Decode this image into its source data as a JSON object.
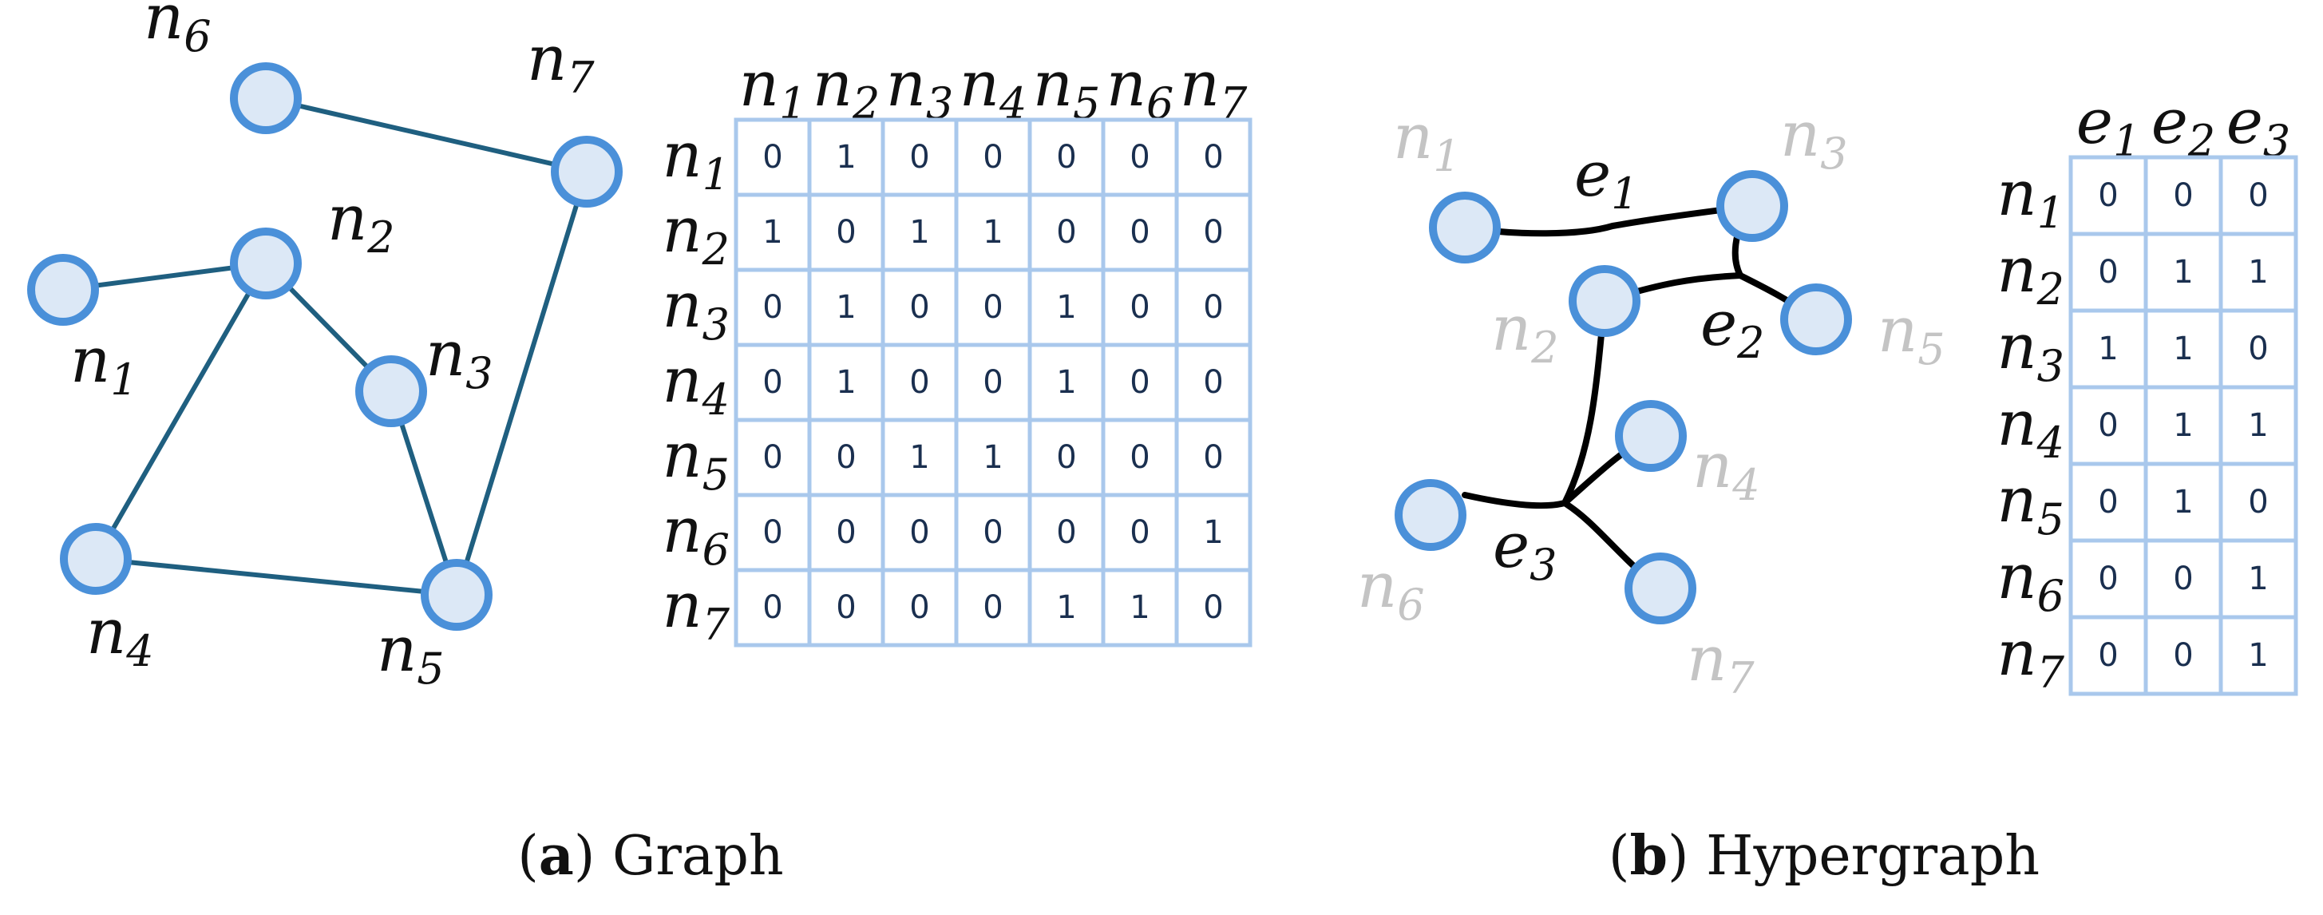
{
  "panels": [
    {
      "caption": {
        "letter": "a",
        "text": "Graph"
      },
      "nodes": [
        {
          "id": "n1",
          "name": "n",
          "sub": "1"
        },
        {
          "id": "n2",
          "name": "n",
          "sub": "2"
        },
        {
          "id": "n3",
          "name": "n",
          "sub": "3"
        },
        {
          "id": "n4",
          "name": "n",
          "sub": "4"
        },
        {
          "id": "n5",
          "name": "n",
          "sub": "5"
        },
        {
          "id": "n6",
          "name": "n",
          "sub": "6"
        },
        {
          "id": "n7",
          "name": "n",
          "sub": "7"
        }
      ],
      "edges": [
        [
          "n1",
          "n2"
        ],
        [
          "n2",
          "n3"
        ],
        [
          "n2",
          "n4"
        ],
        [
          "n3",
          "n5"
        ],
        [
          "n4",
          "n5"
        ],
        [
          "n5",
          "n7"
        ],
        [
          "n6",
          "n7"
        ]
      ],
      "matrix": {
        "columns": [
          {
            "name": "n",
            "sub": "1"
          },
          {
            "name": "n",
            "sub": "2"
          },
          {
            "name": "n",
            "sub": "3"
          },
          {
            "name": "n",
            "sub": "4"
          },
          {
            "name": "n",
            "sub": "5"
          },
          {
            "name": "n",
            "sub": "6"
          },
          {
            "name": "n",
            "sub": "7"
          }
        ],
        "rows": [
          {
            "name": "n",
            "sub": "1"
          },
          {
            "name": "n",
            "sub": "2"
          },
          {
            "name": "n",
            "sub": "3"
          },
          {
            "name": "n",
            "sub": "4"
          },
          {
            "name": "n",
            "sub": "5"
          },
          {
            "name": "n",
            "sub": "6"
          },
          {
            "name": "n",
            "sub": "7"
          }
        ],
        "values": [
          [
            "0",
            "1",
            "0",
            "0",
            "0",
            "0",
            "0"
          ],
          [
            "1",
            "0",
            "1",
            "1",
            "0",
            "0",
            "0"
          ],
          [
            "0",
            "1",
            "0",
            "0",
            "1",
            "0",
            "0"
          ],
          [
            "0",
            "1",
            "0",
            "0",
            "1",
            "0",
            "0"
          ],
          [
            "0",
            "0",
            "1",
            "1",
            "0",
            "0",
            "0"
          ],
          [
            "0",
            "0",
            "0",
            "0",
            "0",
            "0",
            "1"
          ],
          [
            "0",
            "0",
            "0",
            "0",
            "1",
            "1",
            "0"
          ]
        ]
      }
    },
    {
      "caption": {
        "letter": "b",
        "text": "Hypergraph"
      },
      "nodes": [
        {
          "id": "n1",
          "name": "n",
          "sub": "1"
        },
        {
          "id": "n2",
          "name": "n",
          "sub": "2"
        },
        {
          "id": "n3",
          "name": "n",
          "sub": "3"
        },
        {
          "id": "n4",
          "name": "n",
          "sub": "4"
        },
        {
          "id": "n5",
          "name": "n",
          "sub": "5"
        },
        {
          "id": "n6",
          "name": "n",
          "sub": "6"
        },
        {
          "id": "n7",
          "name": "n",
          "sub": "7"
        }
      ],
      "hyperedges": [
        {
          "id": "e1",
          "name": "e",
          "sub": "1",
          "members": [
            "n1",
            "n3"
          ]
        },
        {
          "id": "e2",
          "name": "e",
          "sub": "2",
          "members": [
            "n2",
            "n3",
            "n5"
          ]
        },
        {
          "id": "e3",
          "name": "e",
          "sub": "3",
          "members": [
            "n2",
            "n4",
            "n6",
            "n7"
          ]
        }
      ],
      "matrix": {
        "columns": [
          {
            "name": "e",
            "sub": "1"
          },
          {
            "name": "e",
            "sub": "2"
          },
          {
            "name": "e",
            "sub": "3"
          }
        ],
        "rows": [
          {
            "name": "n",
            "sub": "1"
          },
          {
            "name": "n",
            "sub": "2"
          },
          {
            "name": "n",
            "sub": "3"
          },
          {
            "name": "n",
            "sub": "4"
          },
          {
            "name": "n",
            "sub": "5"
          },
          {
            "name": "n",
            "sub": "6"
          },
          {
            "name": "n",
            "sub": "7"
          }
        ],
        "values": [
          [
            "0",
            "0",
            "0"
          ],
          [
            "0",
            "1",
            "1"
          ],
          [
            "1",
            "1",
            "0"
          ],
          [
            "0",
            "1",
            "1"
          ],
          [
            "0",
            "1",
            "0"
          ],
          [
            "0",
            "0",
            "1"
          ],
          [
            "0",
            "0",
            "1"
          ]
        ]
      }
    }
  ],
  "colors": {
    "node_fill": "#dce8f6",
    "node_stroke": "#4a90d9",
    "graph_edge": "#1f5f80",
    "hyperedge": "#000000",
    "faded_label": "#c4c4c4",
    "grid": "#a9c8ec"
  }
}
